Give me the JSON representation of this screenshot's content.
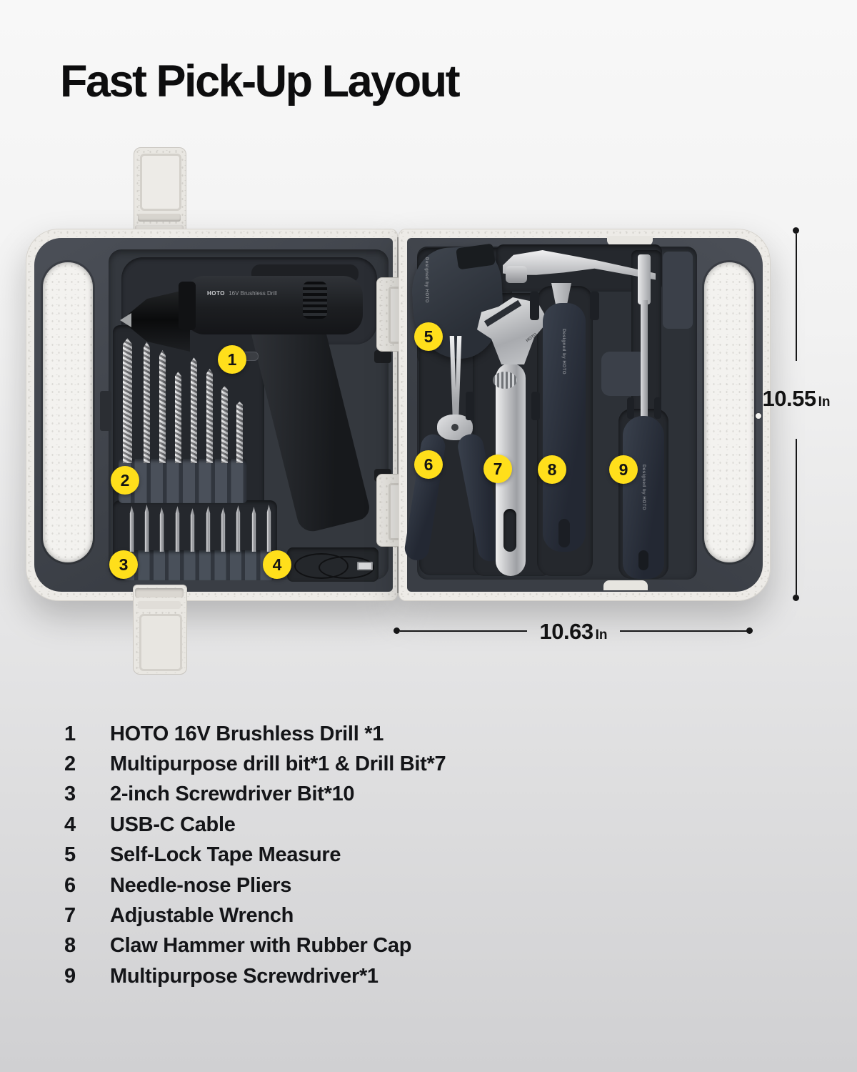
{
  "title": "Fast Pick-Up Layout",
  "colors": {
    "marker_yellow": "#FFDF1B",
    "ink": "#141518"
  },
  "drill": {
    "brand": "HOTO",
    "model": "16V Brushless Drill"
  },
  "branding": {
    "designed_by": "Designed by HOTO",
    "hoto": "HOTO"
  },
  "dimensions": {
    "height": {
      "value": "10.55",
      "unit": "In"
    },
    "width": {
      "value": "10.63",
      "unit": "In"
    }
  },
  "markers": [
    "1",
    "2",
    "3",
    "4",
    "5",
    "6",
    "7",
    "8",
    "9"
  ],
  "legend": [
    {
      "num": "1",
      "text": "HOTO 16V Brushless Drill *1"
    },
    {
      "num": "2",
      "text": "Multipurpose drill bit*1 & Drill Bit*7"
    },
    {
      "num": "3",
      "text": "2-inch Screwdriver Bit*10"
    },
    {
      "num": "4",
      "text": "USB-C Cable"
    },
    {
      "num": "5",
      "text": "Self-Lock Tape Measure"
    },
    {
      "num": "6",
      "text": "Needle-nose Pliers"
    },
    {
      "num": "7",
      "text": "Adjustable Wrench"
    },
    {
      "num": "8",
      "text": "Claw Hammer with Rubber Cap"
    },
    {
      "num": "9",
      "text": "Multipurpose Screwdriver*1"
    }
  ]
}
